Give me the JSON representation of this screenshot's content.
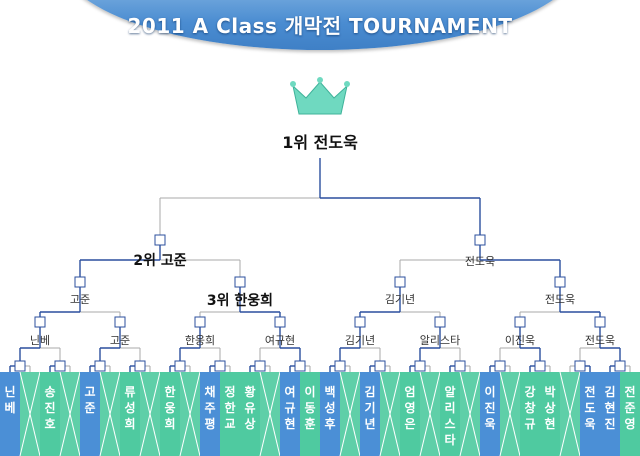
{
  "title": "2011 A Class 개막전 TOURNAMENT",
  "champion": "1위 전도욱",
  "semifinal": {
    "left": "2위 고준",
    "right": "전도욱"
  },
  "quarterfinal": [
    "고준",
    "3위 한웅희",
    "김기년",
    "전도욱"
  ],
  "round16": [
    "닌베",
    "고준",
    "한웅희",
    "여규현",
    "김기년",
    "알리스타",
    "이진욱",
    "전도욱"
  ],
  "players": [
    {
      "name": "닌베",
      "state": "blue"
    },
    {
      "name": "",
      "state": "x"
    },
    {
      "name": "송진호",
      "state": "green"
    },
    {
      "name": "",
      "state": "x"
    },
    {
      "name": "고준",
      "state": "blue"
    },
    {
      "name": "",
      "state": "x"
    },
    {
      "name": "류성희",
      "state": "green"
    },
    {
      "name": "",
      "state": "x"
    },
    {
      "name": "한웅희",
      "state": "green"
    },
    {
      "name": "",
      "state": "x"
    },
    {
      "name": "채주평",
      "state": "blue"
    },
    {
      "name": "정한교",
      "state": "green"
    },
    {
      "name": "황유상",
      "state": "green"
    },
    {
      "name": "",
      "state": "x"
    },
    {
      "name": "여규현",
      "state": "blue"
    },
    {
      "name": "이동훈",
      "state": "green"
    },
    {
      "name": "백성후",
      "state": "blue"
    },
    {
      "name": "",
      "state": "x"
    },
    {
      "name": "김기년",
      "state": "blue"
    },
    {
      "name": "",
      "state": "x"
    },
    {
      "name": "엄영은",
      "state": "green"
    },
    {
      "name": "",
      "state": "x"
    },
    {
      "name": "알리스타",
      "state": "green"
    },
    {
      "name": "",
      "state": "x"
    },
    {
      "name": "이진욱",
      "state": "blue"
    },
    {
      "name": "",
      "state": "x"
    },
    {
      "name": "강창규",
      "state": "green"
    },
    {
      "name": "박상현",
      "state": "green"
    },
    {
      "name": "",
      "state": "x"
    },
    {
      "name": "전도욱",
      "state": "blue"
    },
    {
      "name": "김현진",
      "state": "blue"
    },
    {
      "name": "전준영",
      "state": "green"
    }
  ],
  "colors": {
    "winner_line": "#2b4f9e",
    "loser_line": "#aaaaaa",
    "player_blue": "#4b8fd6",
    "player_green": "#4fcaa0",
    "player_x": "#5fcfa8",
    "crown": "#6fd9c0",
    "banner": "#4a8cd1"
  },
  "icons": {
    "crown": "crown-icon",
    "node": "node-box-icon",
    "bye": "x-mark-icon"
  }
}
